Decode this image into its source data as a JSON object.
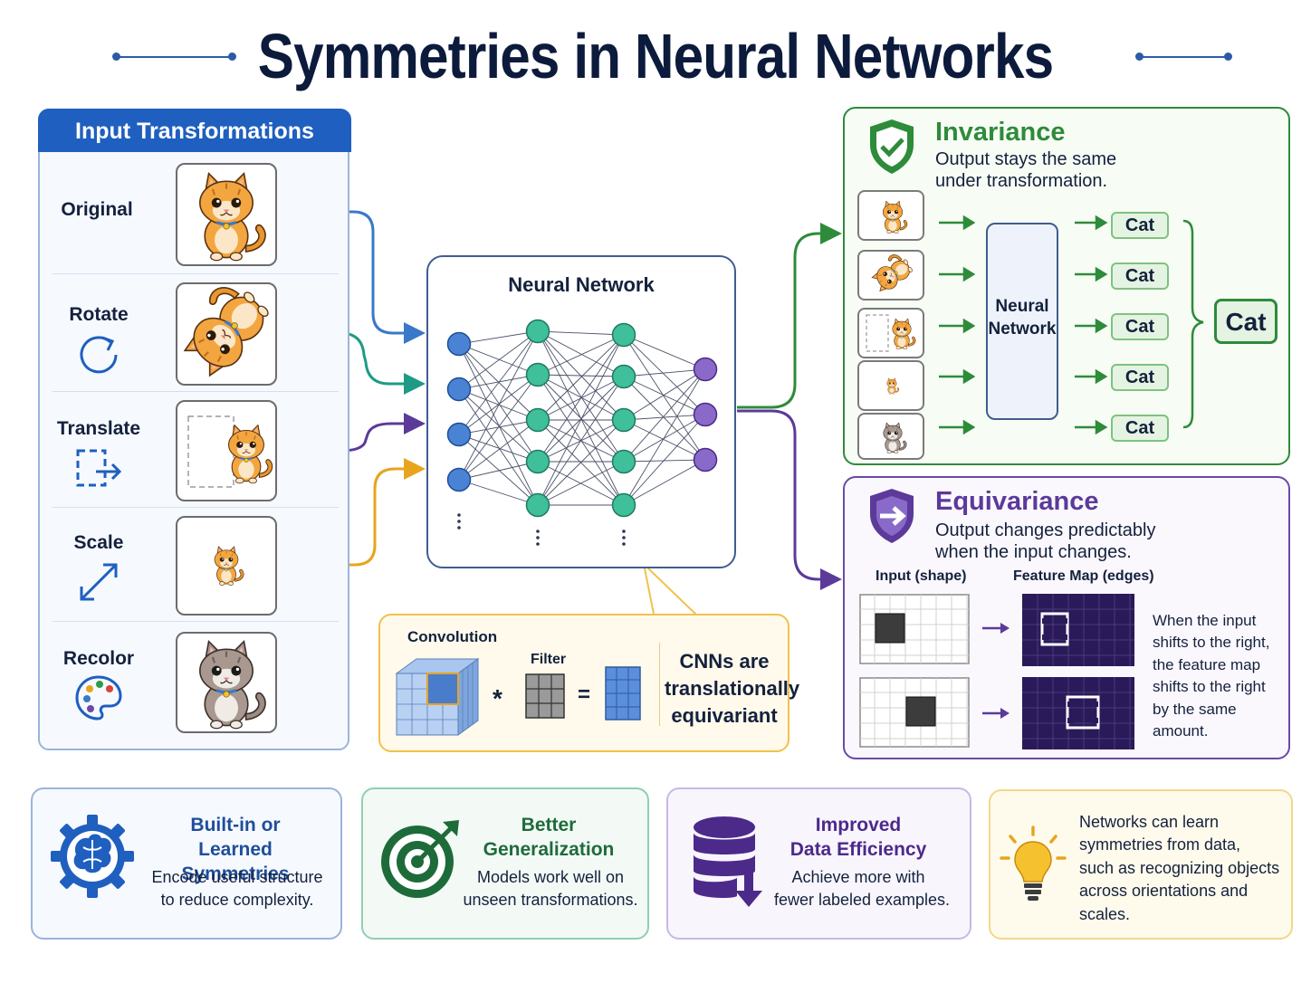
{
  "title": "Symmetries in Neural Networks",
  "input_panel": {
    "heading": "Input Transformations",
    "rows": [
      {
        "label": "Original",
        "icon": "cat-image-icon"
      },
      {
        "label": "Rotate",
        "icon": "rotate-icon"
      },
      {
        "label": "Translate",
        "icon": "translate-icon"
      },
      {
        "label": "Scale",
        "icon": "scale-icon"
      },
      {
        "label": "Recolor",
        "icon": "palette-icon"
      }
    ]
  },
  "network": {
    "title": "Neural Network"
  },
  "convolution": {
    "label": "Convolution",
    "filter_label": "Filter",
    "multiply": "*",
    "equals": "=",
    "statement": "CNNs are translationally equivariant"
  },
  "invariance": {
    "title": "Invariance",
    "description_1": "Output stays the same",
    "description_2": "under transformation.",
    "network_label_1": "Neural",
    "network_label_2": "Network",
    "outputs": [
      "Cat",
      "Cat",
      "Cat",
      "Cat",
      "Cat"
    ],
    "final": "Cat",
    "icon": "shield-check-icon",
    "color": "#2e8b3a"
  },
  "equivariance": {
    "title": "Equivariance",
    "description_1": "Output changes predictably",
    "description_2": "when the input changes.",
    "input_label": "Input (shape)",
    "feature_label": "Feature Map (edges)",
    "note": [
      "When the input",
      "shifts to the right,",
      "the feature map",
      "shifts to the right",
      "by the same",
      "amount."
    ],
    "icon": "shield-arrow-icon",
    "color": "#5b3a9a"
  },
  "cards": [
    {
      "title_1": "Built-in or",
      "title_2": "Learned Symmetries",
      "desc_1": "Encode useful structure",
      "desc_2": "to reduce complexity.",
      "icon": "brain-gear-icon",
      "color": "#1f4e9a"
    },
    {
      "title_1": "Better",
      "title_2": "Generalization",
      "desc_1": "Models work well on",
      "desc_2": "unseen transformations.",
      "icon": "target-icon",
      "color": "#1e6b3a"
    },
    {
      "title_1": "Improved",
      "title_2": "Data Efficiency",
      "desc_1": "Achieve more with",
      "desc_2": "fewer labeled examples.",
      "icon": "database-icon",
      "color": "#4b2a8a"
    },
    {
      "lines": [
        "Networks can learn",
        "symmetries from data,",
        "such as recognizing objects",
        "across orientations and",
        "scales."
      ],
      "icon": "lightbulb-icon"
    }
  ]
}
